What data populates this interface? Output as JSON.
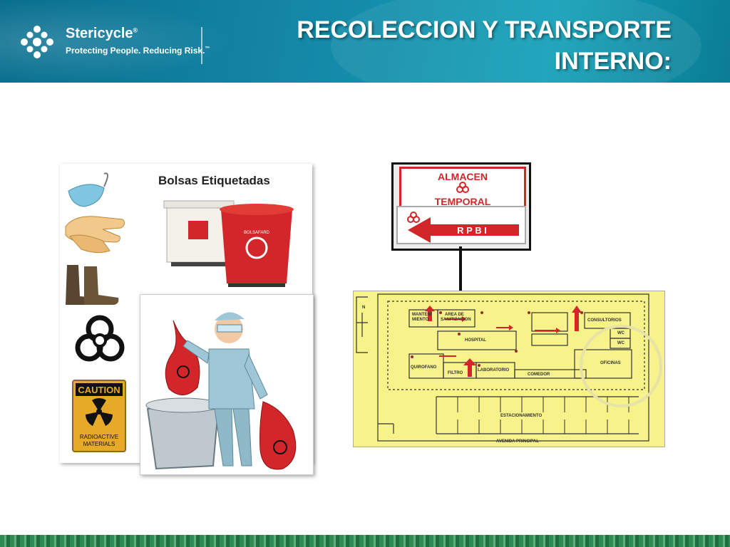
{
  "header": {
    "brand_name": "Stericycle",
    "brand_mark": "®",
    "tagline": "Protecting People. Reducing Risk.",
    "tagline_mark": "™",
    "title_line1": "RECOLECCION Y TRANSPORTE",
    "title_line2": "INTERNO:"
  },
  "left_panel": {
    "heading": "Bolsas Etiquetadas",
    "caution_label": "CAUTION",
    "caution_sub1": "RADIOACTIVE",
    "caution_sub2": "MATERIALS",
    "bin_label": "BOLSAFARD"
  },
  "sign": {
    "line1": "ALMACEN",
    "line2": "TEMPORAL",
    "arrow_text": "R P B I"
  },
  "map": {
    "labels": {
      "mantenimiento_1": "MANTENI",
      "mantenimiento_2": "MIENTO",
      "area_1": "AREA DE",
      "area_2": "SANITIZACION",
      "hospital": "HOSPITAL",
      "consultorios": "CONSULTORIOS",
      "wc1": "WC",
      "wc2": "WC",
      "quirofano": "QUIROFANO",
      "filtro": "FILTRO",
      "laboratorio": "LABORATORIO",
      "comedor": "COMEDOR",
      "oficinas": "OFICINAS",
      "estacionamiento": "ESTACIONAMIENTO",
      "avenida": "AVENIDA PRINCIPAL",
      "north": "N"
    }
  },
  "colors": {
    "header": "#1486a6",
    "accent_red": "#d3262a",
    "map_bg": "#f7f28a",
    "footer_green": "#2f8b55"
  }
}
